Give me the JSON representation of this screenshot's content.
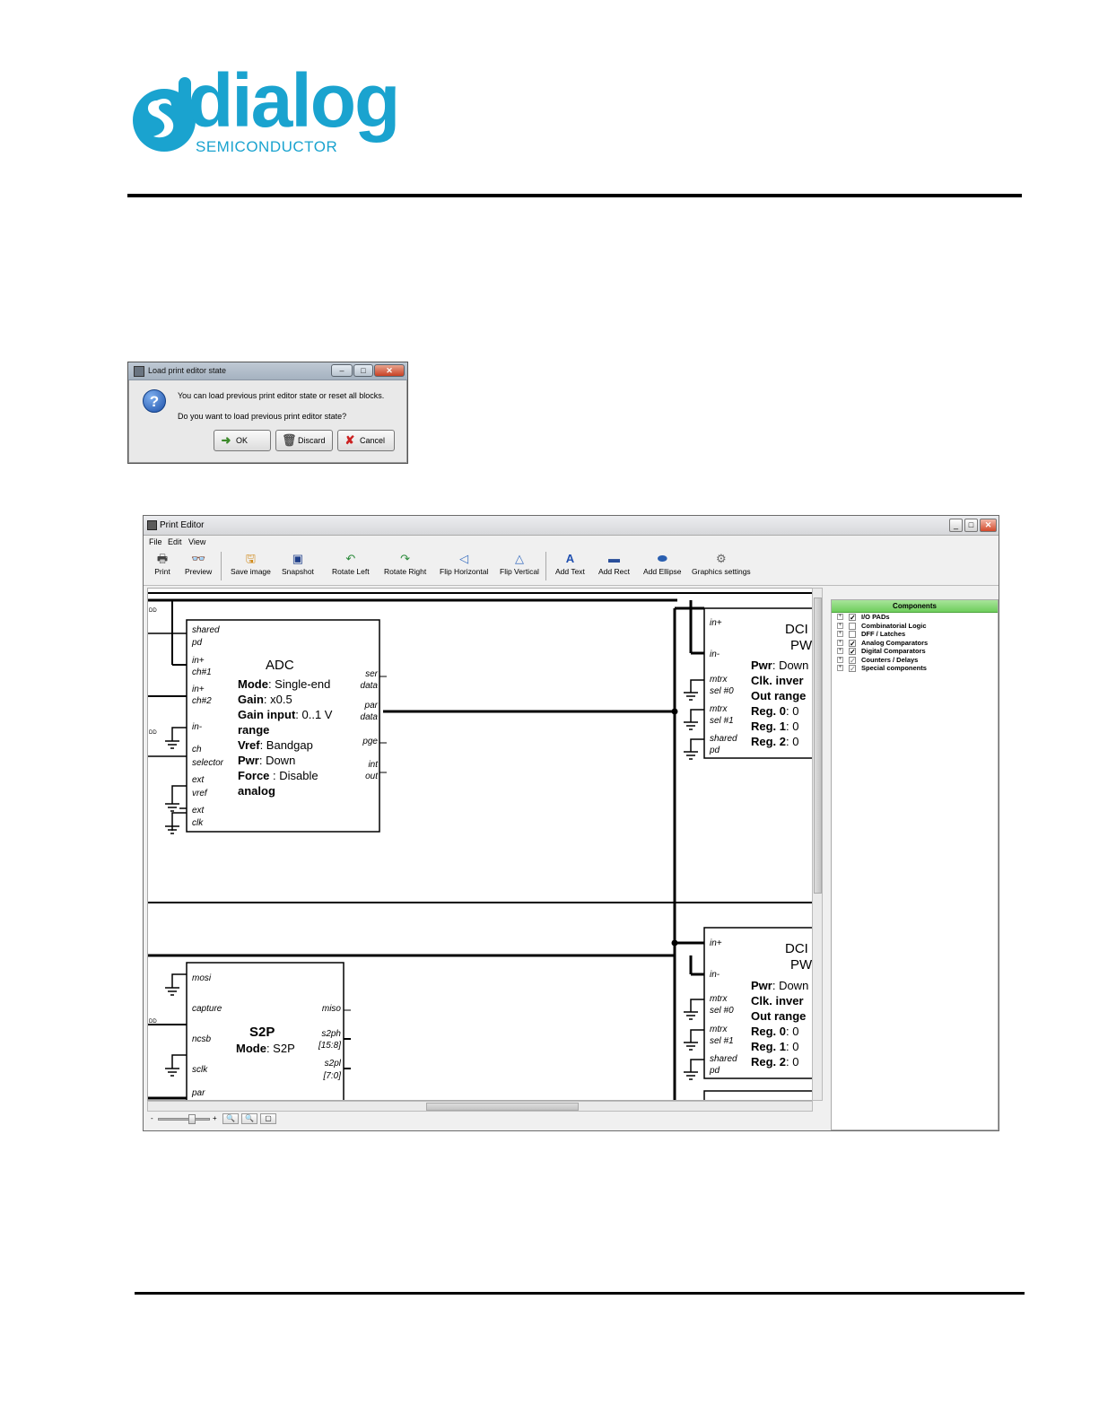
{
  "logo": {
    "name": "dialog",
    "tagline": "SEMICONDUCTOR",
    "color": "#1aa3cf"
  },
  "dialog": {
    "title": "Load print editor state",
    "message_line1": "You can load previous print editor state or reset all blocks.",
    "message_line2": "Do you want to load previous print editor state?",
    "buttons": {
      "ok": "OK",
      "discard": "Discard",
      "cancel": "Cancel"
    },
    "icon": "question-icon"
  },
  "editor": {
    "title": "Print Editor",
    "menu": [
      "File",
      "Edit",
      "View"
    ],
    "toolbar": [
      {
        "label": "Print",
        "icon": "printer-icon"
      },
      {
        "label": "Preview",
        "icon": "preview-icon"
      },
      {
        "label": "Save image",
        "icon": "save-image-icon"
      },
      {
        "label": "Snapshot",
        "icon": "snapshot-icon"
      },
      {
        "label": "Rotate Left",
        "icon": "rotate-left-icon"
      },
      {
        "label": "Rotate Right",
        "icon": "rotate-right-icon"
      },
      {
        "label": "Flip Horizontal",
        "icon": "flip-horizontal-icon"
      },
      {
        "label": "Flip Vertical",
        "icon": "flip-vertical-icon"
      },
      {
        "label": "Add Text",
        "icon": "add-text-icon"
      },
      {
        "label": "Add Rect",
        "icon": "add-rect-icon"
      },
      {
        "label": "Add Ellipse",
        "icon": "add-ellipse-icon"
      },
      {
        "label": "Graphics settings",
        "icon": "graphics-settings-icon"
      }
    ],
    "components": {
      "header": "Components",
      "items": [
        {
          "label": "I/O PADs",
          "checked": true
        },
        {
          "label": "Combinatorial Logic",
          "checked": false
        },
        {
          "label": "DFF / Latches",
          "checked": false
        },
        {
          "label": "Analog Comparators",
          "checked": true
        },
        {
          "label": "Digital Comparators",
          "checked": true
        },
        {
          "label": "Counters / Delays",
          "checked": "partial"
        },
        {
          "label": "Special components",
          "checked": "partial"
        }
      ]
    },
    "schematic": {
      "vdd_label": "DD",
      "adc": {
        "name": "ADC",
        "pins_left": [
          "shared",
          "pd",
          "in+",
          "ch#1",
          "in+",
          "ch#2",
          "in-",
          "ch",
          "selector",
          "ext",
          "vref",
          "ext",
          "clk"
        ],
        "pins_right": [
          "ser",
          "data",
          "par",
          "data",
          "pge",
          "int",
          "out"
        ],
        "params": [
          {
            "k": "Mode",
            "v": ": Single-end"
          },
          {
            "k": "Gain",
            "v": ": x0.5"
          },
          {
            "k": "Gain input",
            "v": ": 0..1 V"
          },
          {
            "k": "range",
            "v": ""
          },
          {
            "k": "Vref",
            "v": ": Bandgap"
          },
          {
            "k": "Pwr",
            "v": ": Down"
          },
          {
            "k": "Force",
            "v": " : Disable"
          },
          {
            "k": "analog",
            "v": ""
          }
        ]
      },
      "dcmp1": {
        "name_l1": "DCI",
        "name_l2": "PW",
        "pins": [
          "in+",
          "in-",
          "mtrx",
          "sel #0",
          "mtrx",
          "sel #1",
          "shared",
          "pd"
        ],
        "params": [
          {
            "k": "Pwr",
            "v": ": Down"
          },
          {
            "k": "Clk. inver",
            "v": ""
          },
          {
            "k": "Out range",
            "v": ""
          },
          {
            "k": "Reg. 0",
            "v": ": 0"
          },
          {
            "k": "Reg. 1",
            "v": ": 0"
          },
          {
            "k": "Reg. 2",
            "v": ": 0"
          }
        ]
      },
      "dcmp2": {
        "name_l1": "DCI",
        "name_l2": "PW",
        "pins": [
          "in+",
          "in-",
          "mtrx",
          "sel #0",
          "mtrx",
          "sel #1",
          "shared",
          "pd"
        ],
        "params": [
          {
            "k": "Pwr",
            "v": ": Down"
          },
          {
            "k": "Clk. inver",
            "v": ""
          },
          {
            "k": "Out range",
            "v": ""
          },
          {
            "k": "Reg. 0",
            "v": ": 0"
          },
          {
            "k": "Reg. 1",
            "v": ": 0"
          },
          {
            "k": "Reg. 2",
            "v": ": 0"
          }
        ]
      },
      "s2p": {
        "name": "S2P",
        "mode_k": "Mode",
        "mode_v": ": S2P",
        "pins_left": [
          "mosi",
          "capture",
          "ncsb",
          "sclk",
          "par"
        ],
        "pins_right": [
          "miso",
          "s2ph",
          "[15:8]",
          "s2pl",
          "[7:0]"
        ]
      }
    }
  }
}
